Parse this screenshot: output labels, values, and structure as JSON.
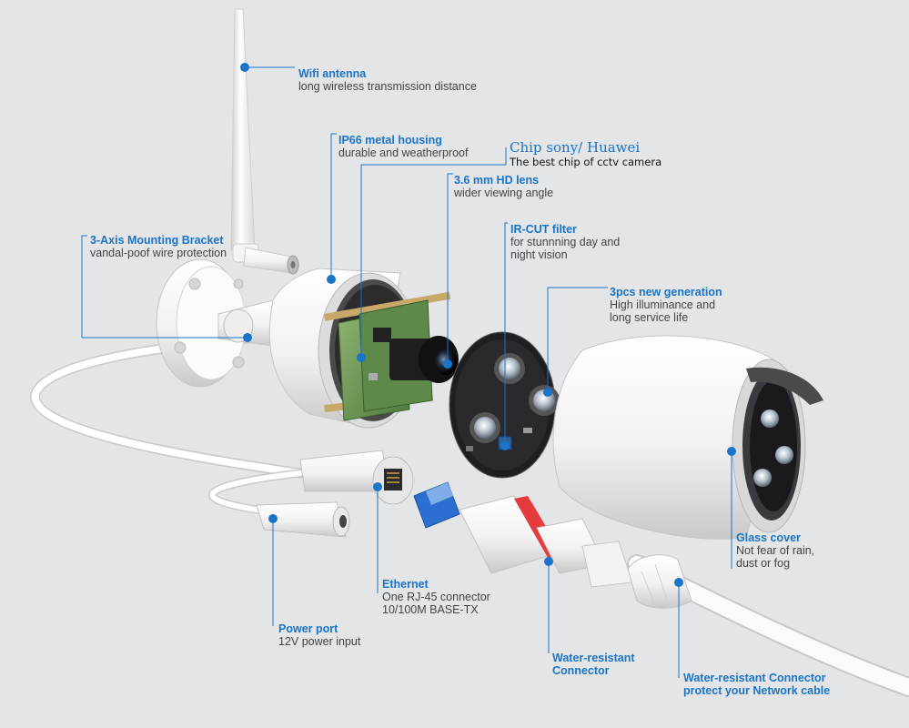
{
  "labels": {
    "wifi": {
      "title": "Wifi antenna",
      "desc": "long wireless transmission distance"
    },
    "housing": {
      "title": "IP66 metal housing",
      "desc": "durable and weatherproof"
    },
    "chip": {
      "title": "Chip sony/ Huawei",
      "desc": "The best chip of cctv camera"
    },
    "lens": {
      "title": "3.6 mm HD lens",
      "desc": "wider viewing angle"
    },
    "bracket": {
      "title": "3-Axis Mounting Bracket",
      "desc": "vandal-poof wire protection"
    },
    "ircut": {
      "title": "IR-CUT filter",
      "desc1": "for stunnning day and",
      "desc2": "night vision"
    },
    "leds": {
      "title": "3pcs new generation",
      "desc1": "High illuminance and",
      "desc2": "long service life"
    },
    "glass": {
      "title": "Glass cover",
      "desc1": "Not fear of rain,",
      "desc2": "dust or fog"
    },
    "ethernet": {
      "title": "Ethernet",
      "desc1": "One RJ-45 connector",
      "desc2": "10/100M BASE-TX"
    },
    "power": {
      "title": "Power port",
      "desc": "12V power input"
    },
    "wr_conn": {
      "title": "Water-resistant",
      "desc": "Connector"
    },
    "wr_cable": {
      "title": "Water-resistant Connector",
      "desc": "protect your Network cable"
    }
  },
  "colors": {
    "accent": "#1a74c8",
    "background": "#e4e5e7"
  }
}
